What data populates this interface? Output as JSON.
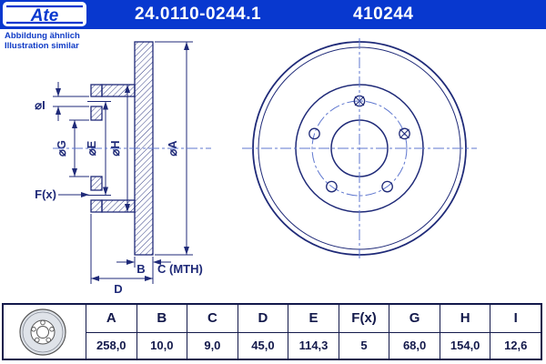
{
  "header": {
    "logo": "Ate",
    "part_number": "24.0110-0244.1",
    "catalog_number": "410244"
  },
  "note": {
    "line1": "Abbildung ähnlich",
    "line2": "Illustration similar"
  },
  "drawing": {
    "labels": {
      "dia_i": "⌀I",
      "dia_g": "⌀G",
      "dia_e": "⌀E",
      "dia_h": "⌀H",
      "dia_a": "⌀A",
      "f_x": "F(x)",
      "b": "B",
      "c_mth": "C (MTH)",
      "d": "D"
    }
  },
  "dimensions_table": {
    "columns": [
      "A",
      "B",
      "C",
      "D",
      "E",
      "F(x)",
      "G",
      "H",
      "I"
    ],
    "values": [
      "258,0",
      "10,0",
      "9,0",
      "45,0",
      "114,3",
      "5",
      "68,0",
      "154,0",
      "12,6"
    ]
  },
  "colors": {
    "header_bg": "#0838cf",
    "ink": "#1f2a78",
    "centerline": "#5f77cf",
    "note_text": "#0f3bc6",
    "table_ink": "#13194b"
  }
}
